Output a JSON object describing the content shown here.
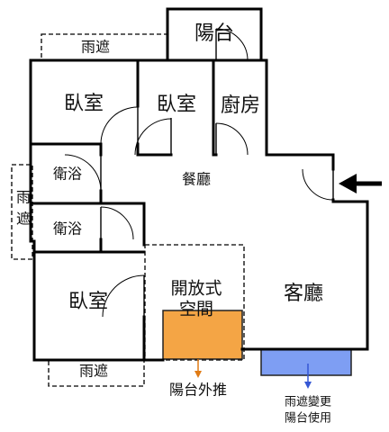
{
  "rooms": {
    "balcony_top": "陽台",
    "bedroom_1": "臥室",
    "bedroom_2": "臥室",
    "bedroom_3": "臥室",
    "kitchen": "廚房",
    "bath_1": "衛浴",
    "bath_2": "衛浴",
    "dining": "餐廳",
    "living": "客廳",
    "open_space_line1": "開放式",
    "open_space_line2": "空間"
  },
  "canopies": {
    "top": "雨遮",
    "bottom": "雨遮",
    "left_char1": "雨",
    "left_char2": "遮"
  },
  "annotations": {
    "balcony_extension": "陽台外推",
    "canopy_change_line1": "雨遮變更",
    "canopy_change_line2": "陽台使用"
  },
  "colors": {
    "extension_fill": "#F4A545",
    "extension_text": "#E07B14",
    "canopy_fill": "#7E9EF3",
    "canopy_text": "#3557D4"
  }
}
